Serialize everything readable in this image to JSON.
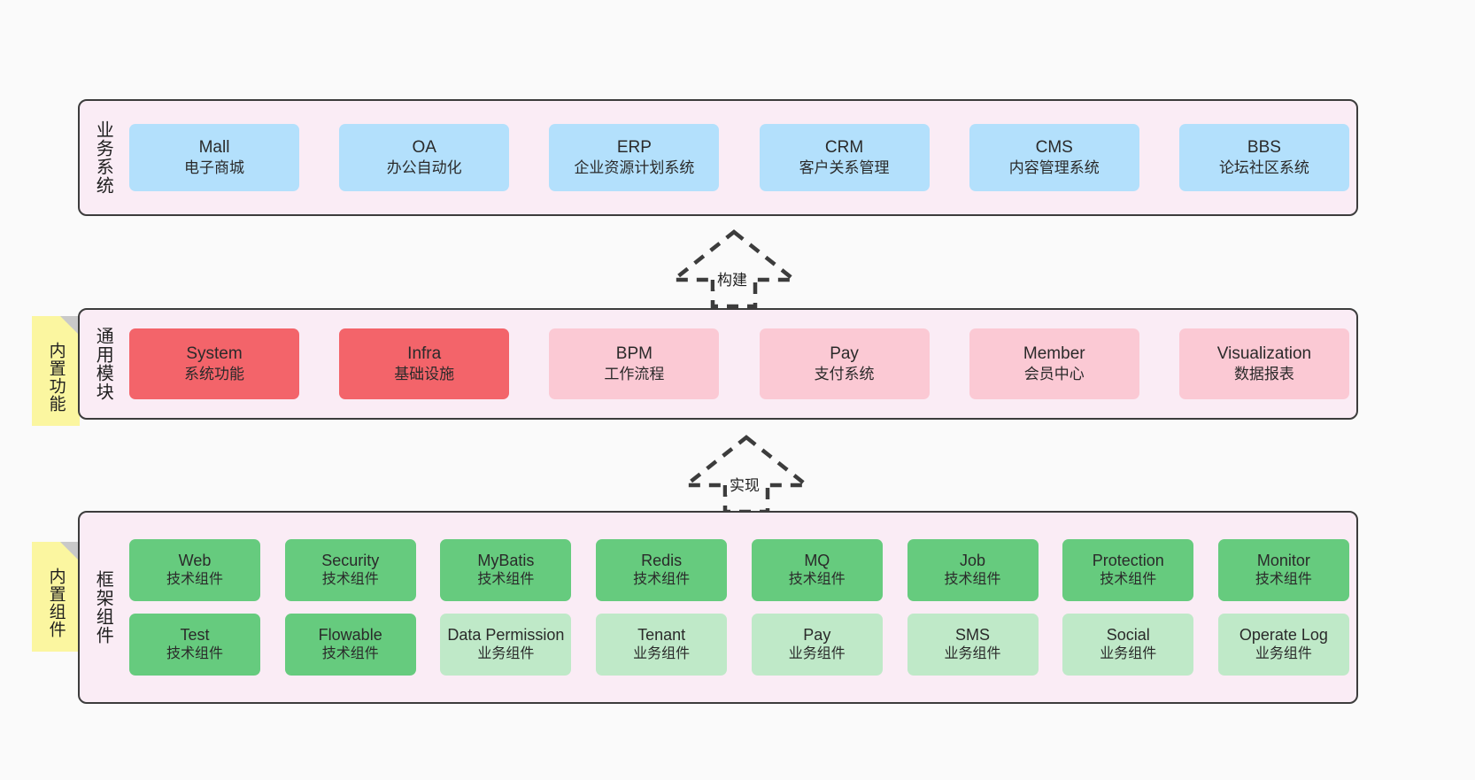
{
  "layers": [
    {
      "id": "business",
      "title": "业务系统",
      "sticky": null,
      "rows": [
        [
          {
            "name": "Mall",
            "desc": "电子商城",
            "tone": "solid"
          },
          {
            "name": "OA",
            "desc": "办公自动化",
            "tone": "solid"
          },
          {
            "name": "ERP",
            "desc": "企业资源计划系统",
            "tone": "solid"
          },
          {
            "name": "CRM",
            "desc": "客户关系管理",
            "tone": "solid"
          },
          {
            "name": "CMS",
            "desc": "内容管理系统",
            "tone": "solid"
          },
          {
            "name": "BBS",
            "desc": "论坛社区系统",
            "tone": "solid"
          }
        ]
      ]
    },
    {
      "id": "module",
      "title": "通用模块",
      "sticky": "内置功能",
      "rows": [
        [
          {
            "name": "System",
            "desc": "系统功能",
            "tone": "solid"
          },
          {
            "name": "Infra",
            "desc": "基础设施",
            "tone": "solid"
          },
          {
            "name": "BPM",
            "desc": "工作流程",
            "tone": "light"
          },
          {
            "name": "Pay",
            "desc": "支付系统",
            "tone": "light"
          },
          {
            "name": "Member",
            "desc": "会员中心",
            "tone": "light"
          },
          {
            "name": "Visualization",
            "desc": "数据报表",
            "tone": "light"
          }
        ]
      ]
    },
    {
      "id": "framework",
      "title": "框架组件",
      "sticky": "内置组件",
      "rows": [
        [
          {
            "name": "Web",
            "desc": "技术组件",
            "tone": "solid"
          },
          {
            "name": "Security",
            "desc": "技术组件",
            "tone": "solid"
          },
          {
            "name": "MyBatis",
            "desc": "技术组件",
            "tone": "solid"
          },
          {
            "name": "Redis",
            "desc": "技术组件",
            "tone": "solid"
          },
          {
            "name": "MQ",
            "desc": "技术组件",
            "tone": "solid"
          },
          {
            "name": "Job",
            "desc": "技术组件",
            "tone": "solid"
          },
          {
            "name": "Protection",
            "desc": "技术组件",
            "tone": "solid"
          },
          {
            "name": "Monitor",
            "desc": "技术组件",
            "tone": "solid"
          }
        ],
        [
          {
            "name": "Test",
            "desc": "技术组件",
            "tone": "solid"
          },
          {
            "name": "Flowable",
            "desc": "技术组件",
            "tone": "solid"
          },
          {
            "name": "Data Permission",
            "desc": "业务组件",
            "tone": "light"
          },
          {
            "name": "Tenant",
            "desc": "业务组件",
            "tone": "light"
          },
          {
            "name": "Pay",
            "desc": "业务组件",
            "tone": "light"
          },
          {
            "name": "SMS",
            "desc": "业务组件",
            "tone": "light"
          },
          {
            "name": "Social",
            "desc": "业务组件",
            "tone": "light"
          },
          {
            "name": "Operate Log",
            "desc": "业务组件",
            "tone": "light"
          }
        ]
      ]
    }
  ],
  "connectors": [
    {
      "id": "build",
      "label": "构建"
    },
    {
      "id": "implement",
      "label": "实现"
    }
  ],
  "colors": {
    "background": "#fafafa",
    "band_fill": "#faecf5",
    "band_border": "#3c3c3c",
    "business_card": "#b3e0fc",
    "module_solid": "#f3646a",
    "module_light": "#fbc9d4",
    "framework_solid": "#66cb7e",
    "framework_light": "#bfe9c8",
    "sticky": "#fbf6a0",
    "sticky_fold": "#c9c9c9",
    "text": "#2a2a2a"
  }
}
